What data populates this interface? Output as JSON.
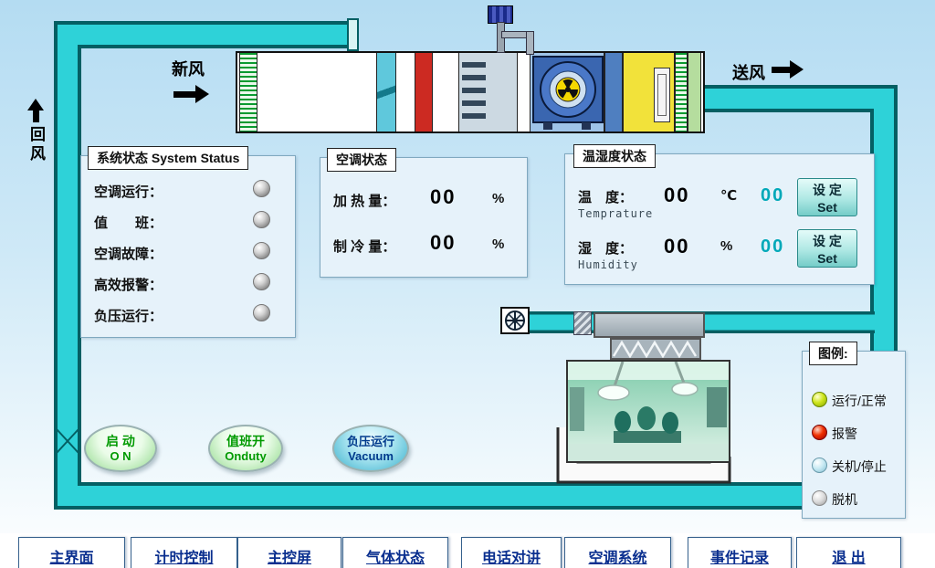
{
  "airflow": {
    "fresh_air": "新风",
    "supply_air": "送风",
    "return_air": "回风"
  },
  "system_status": {
    "title": "系统状态 System Status",
    "items": [
      {
        "label": "空调运行："
      },
      {
        "label": "值　　班："
      },
      {
        "label": "空调故障："
      },
      {
        "label": "高效报警："
      },
      {
        "label": "负压运行："
      }
    ]
  },
  "ac_status": {
    "title": "空调状态",
    "rows": [
      {
        "label": "加 热 量：",
        "value": "00",
        "unit": "%"
      },
      {
        "label": "制 冷 量：",
        "value": "00",
        "unit": "%"
      }
    ]
  },
  "temp_humidity": {
    "title": "温湿度状态",
    "set_button": {
      "line1": "设 定",
      "line2": "Set"
    },
    "rows": [
      {
        "label": "温　度：",
        "sublabel": "Temprature",
        "value": "00",
        "unit": "℃",
        "setpoint": "00"
      },
      {
        "label": "湿　度：",
        "sublabel": "Humidity",
        "value": "00",
        "unit": "%",
        "setpoint": "00"
      }
    ]
  },
  "legend": {
    "title": "图例:",
    "items": [
      {
        "label": "运行/正常",
        "color": "#a6d800"
      },
      {
        "label": "报警",
        "color": "#e83000"
      },
      {
        "label": "关机/停止",
        "color": "#bfe6f2"
      },
      {
        "label": "脱机",
        "color": "#c8c8c8"
      }
    ]
  },
  "controls": {
    "start": {
      "line1": "启 动",
      "line2": "O N"
    },
    "duty": {
      "line1": "值班开",
      "line2": "Onduty"
    },
    "vacuum": {
      "line1": "负压运行",
      "line2": "Vacuum"
    }
  },
  "nav": {
    "items": [
      "主界面",
      "计时控制",
      "主控屏",
      "气体状态",
      "电话对讲",
      "空调系统",
      "事件记录",
      "退 出"
    ]
  },
  "colors": {
    "duct": "#2ed2d8",
    "panel_bg": "#e6f2fa",
    "accent_teal": "#00a8b8",
    "nav_text": "#0a2f8f"
  }
}
